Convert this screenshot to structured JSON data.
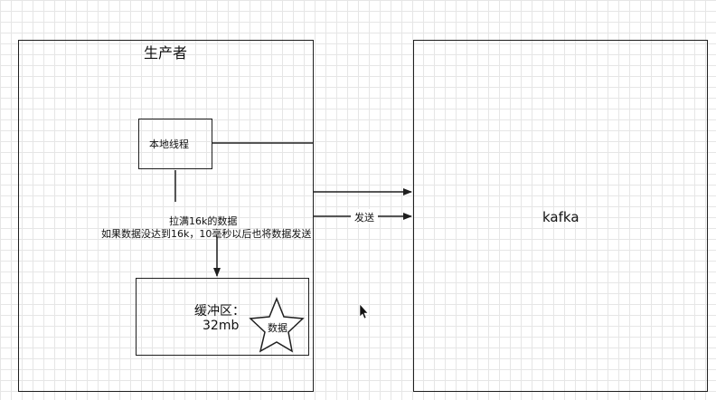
{
  "producer": {
    "title": "生产者"
  },
  "local_thread": {
    "label": "本地线程"
  },
  "pull_note": {
    "line1": "拉满16k的数据",
    "line2": "如果数据没达到16k，10毫秒以后也将数据发送"
  },
  "buffer": {
    "label_line1": "缓冲区：",
    "label_line2": "32mb",
    "star_label": "数据"
  },
  "send_label": "发送",
  "kafka": {
    "label": "kafka"
  },
  "colors": {
    "stroke": "#1f1f1f",
    "grid": "#e6e6e6"
  }
}
